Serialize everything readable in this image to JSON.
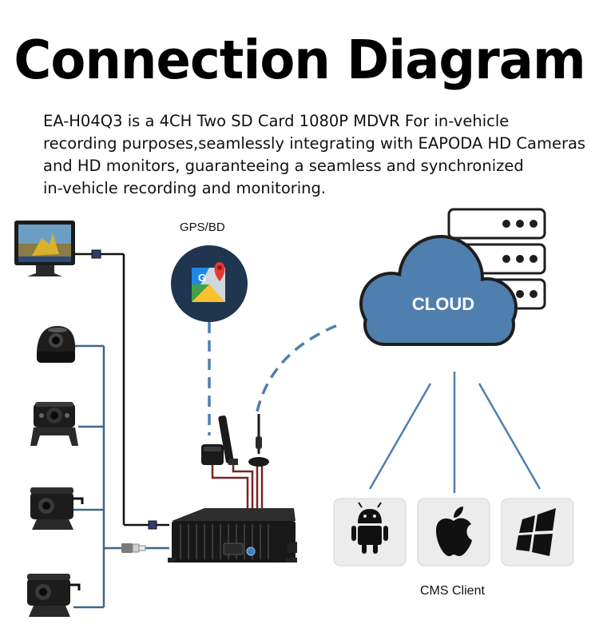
{
  "title": "Connection Diagram",
  "description": [
    "EA-H04Q3 is a 4CH Two SD Card 1080P MDVR For in-vehicle",
    "recording purposes,seamlessly integrating with EAPODA HD Cameras",
    "and HD monitors, guaranteeing a seamless and synchronized",
    "in-vehicle recording and monitoring."
  ],
  "labels": {
    "gps": "GPS/BD",
    "cloud": "CLOUD",
    "cms": "CMS Client"
  },
  "devices": {
    "monitor": "monitor-icon",
    "dome_camera": "dome-camera-icon",
    "side_camera": "side-camera-icon",
    "rear_camera_1": "rear-camera-icon",
    "rear_camera_2": "rear-camera-icon",
    "gps_module": "gps-antenna-icon",
    "wifi_antenna": "wifi-antenna-icon",
    "4g_antenna": "4g-antenna-icon",
    "mdvr": "mdvr-icon",
    "ethernet": "ethernet-connector-icon",
    "server": "server-rack-icon",
    "maps": "google-maps-icon"
  },
  "clients": [
    "android-icon",
    "apple-icon",
    "windows-icon"
  ],
  "colors": {
    "line_blue": "#3f6787",
    "cloud_blue": "#4f7fae",
    "cable_red": "#7a2424"
  }
}
